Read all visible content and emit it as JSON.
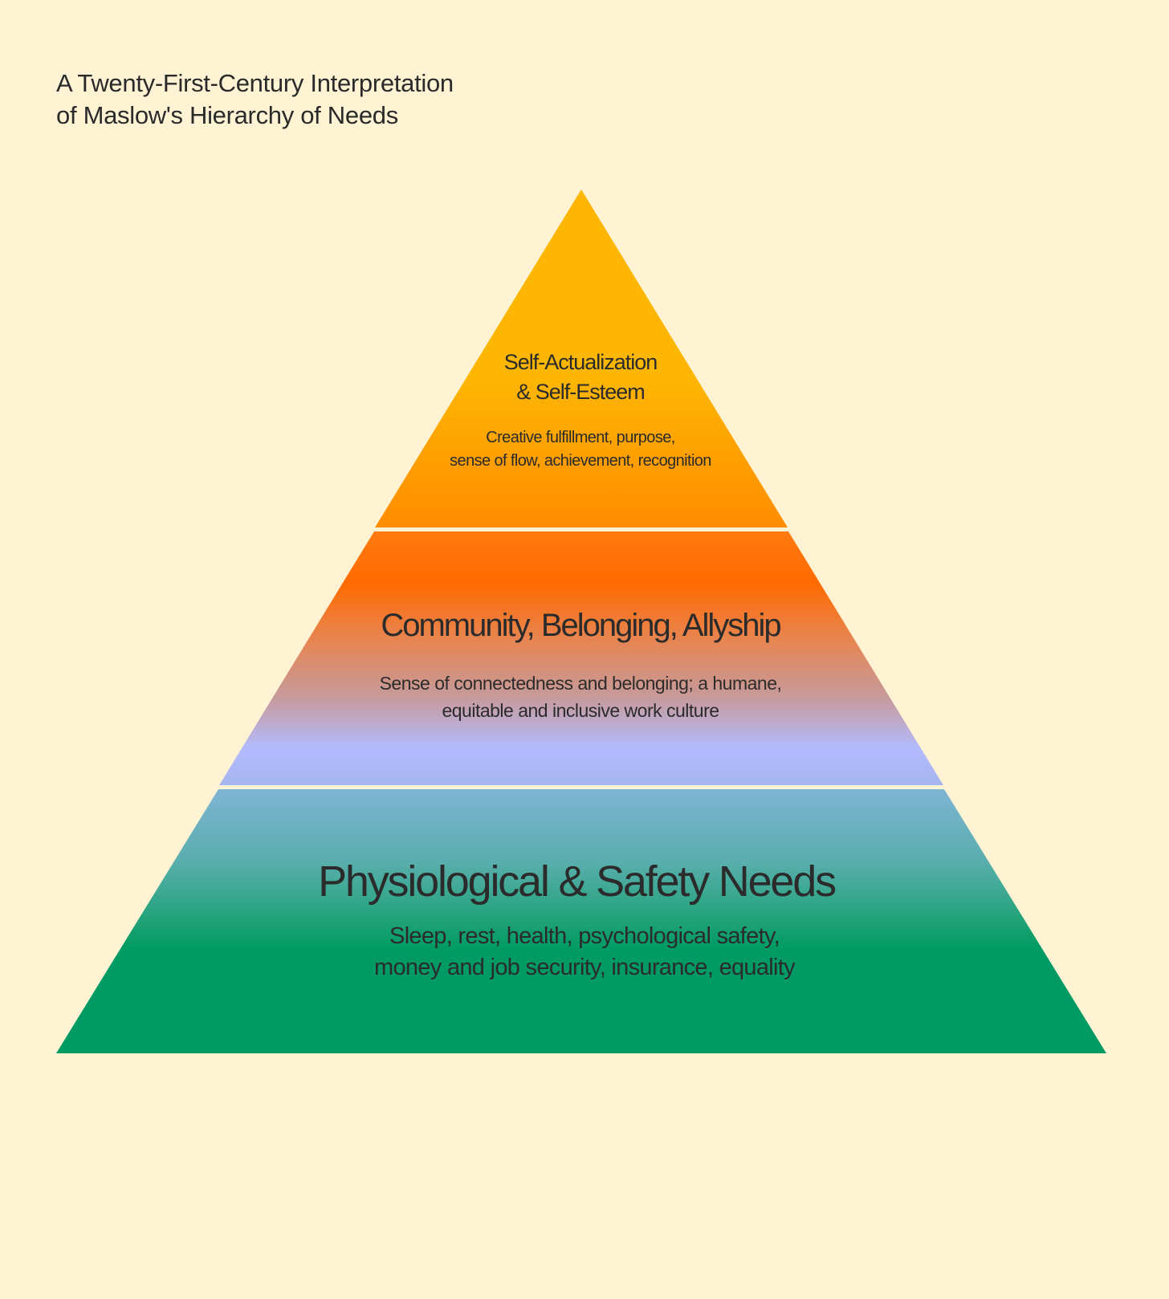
{
  "title": {
    "line1": "A Twenty-First-Century Interpretation",
    "line2": "of Maslow's Hierarchy of Needs"
  },
  "colors": {
    "background": "#fff3d4",
    "separator": "#fff3d4",
    "top_tier_gradient": [
      "#fdb703",
      "#fdb703",
      "#ff9a00",
      "#ff8c00"
    ],
    "middle_tier_gradient": [
      "#ff7a10",
      "#ff6a00",
      "#e8844f",
      "#c79a9a",
      "#b3bbff",
      "#a5b5ee"
    ],
    "bottom_tier_gradient": [
      "#7fb4d4",
      "#58aeac",
      "#20a277",
      "#009b64",
      "#009b64"
    ],
    "text": "#2b2b2b"
  },
  "tiers": [
    {
      "id": "top",
      "heading_lines": [
        "Self-Actualization",
        "& Self-Esteem"
      ],
      "description_lines": [
        "Creative fulfillment, purpose,",
        "sense of flow, achievement, recognition"
      ]
    },
    {
      "id": "middle",
      "heading_lines": [
        "Community, Belonging, Allyship"
      ],
      "description_lines": [
        "Sense of connectedness and belonging; a humane,",
        "equitable and inclusive work culture"
      ]
    },
    {
      "id": "bottom",
      "heading_lines": [
        "Physiological & Safety Needs"
      ],
      "description_lines": [
        "Sleep, rest, health, psychological safety,",
        "money and job security, insurance, equality"
      ]
    }
  ]
}
